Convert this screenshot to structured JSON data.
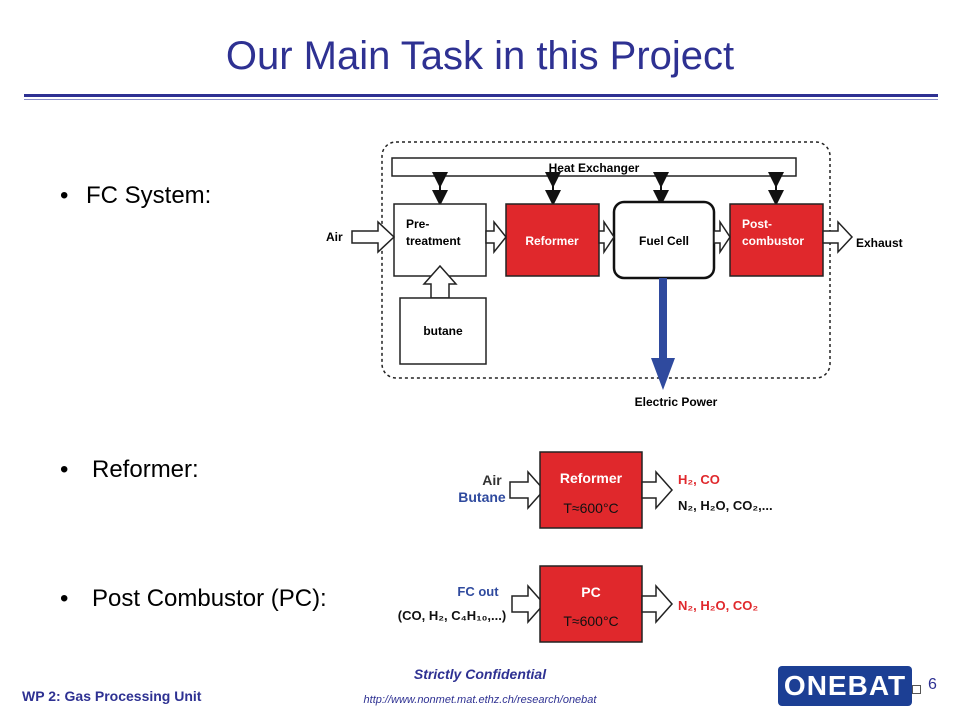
{
  "slide": {
    "title": "Our Main Task in this Project"
  },
  "bullets": {
    "fc_system": "FC System:",
    "reformer": "Reformer:",
    "post_combustor": "Post Combustor (PC):"
  },
  "fc_diagram": {
    "heat_exchanger": "Heat Exchanger",
    "air": "Air",
    "pretreatment_line1": "Pre-",
    "pretreatment_line2": "treatment",
    "reformer": "Reformer",
    "fuel_cell": "Fuel Cell",
    "post_combustor_line1": "Post-",
    "post_combustor_line2": "combustor",
    "exhaust": "Exhaust",
    "butane": "butane",
    "electric_power": "Electric Power"
  },
  "reformer_diagram": {
    "input_air": "Air",
    "input_butane": "Butane",
    "box_label": "Reformer",
    "temperature": "T≈600°C",
    "output_main": "H₂, CO",
    "output_other": "N₂, H₂O, CO₂,..."
  },
  "pc_diagram": {
    "input_label": "FC out",
    "input_species": "(CO, H₂, C₄H₁₀,...)",
    "box_label": "PC",
    "temperature": "T≈600°C",
    "output": "N₂, H₂O, CO₂"
  },
  "footer": {
    "project": "WP 2: Gas Processing Unit",
    "confidential": "Strictly Confidential",
    "url": "http://www.nonmet.mat.ethz.ch/research/onebat",
    "logo_text": "ONEBAT",
    "page_number": "6"
  },
  "colors": {
    "title_blue": "#2e3192",
    "box_red": "#e0282c",
    "arrow_blue": "#2f4a9e",
    "logo_blue": "#1c3f94"
  }
}
